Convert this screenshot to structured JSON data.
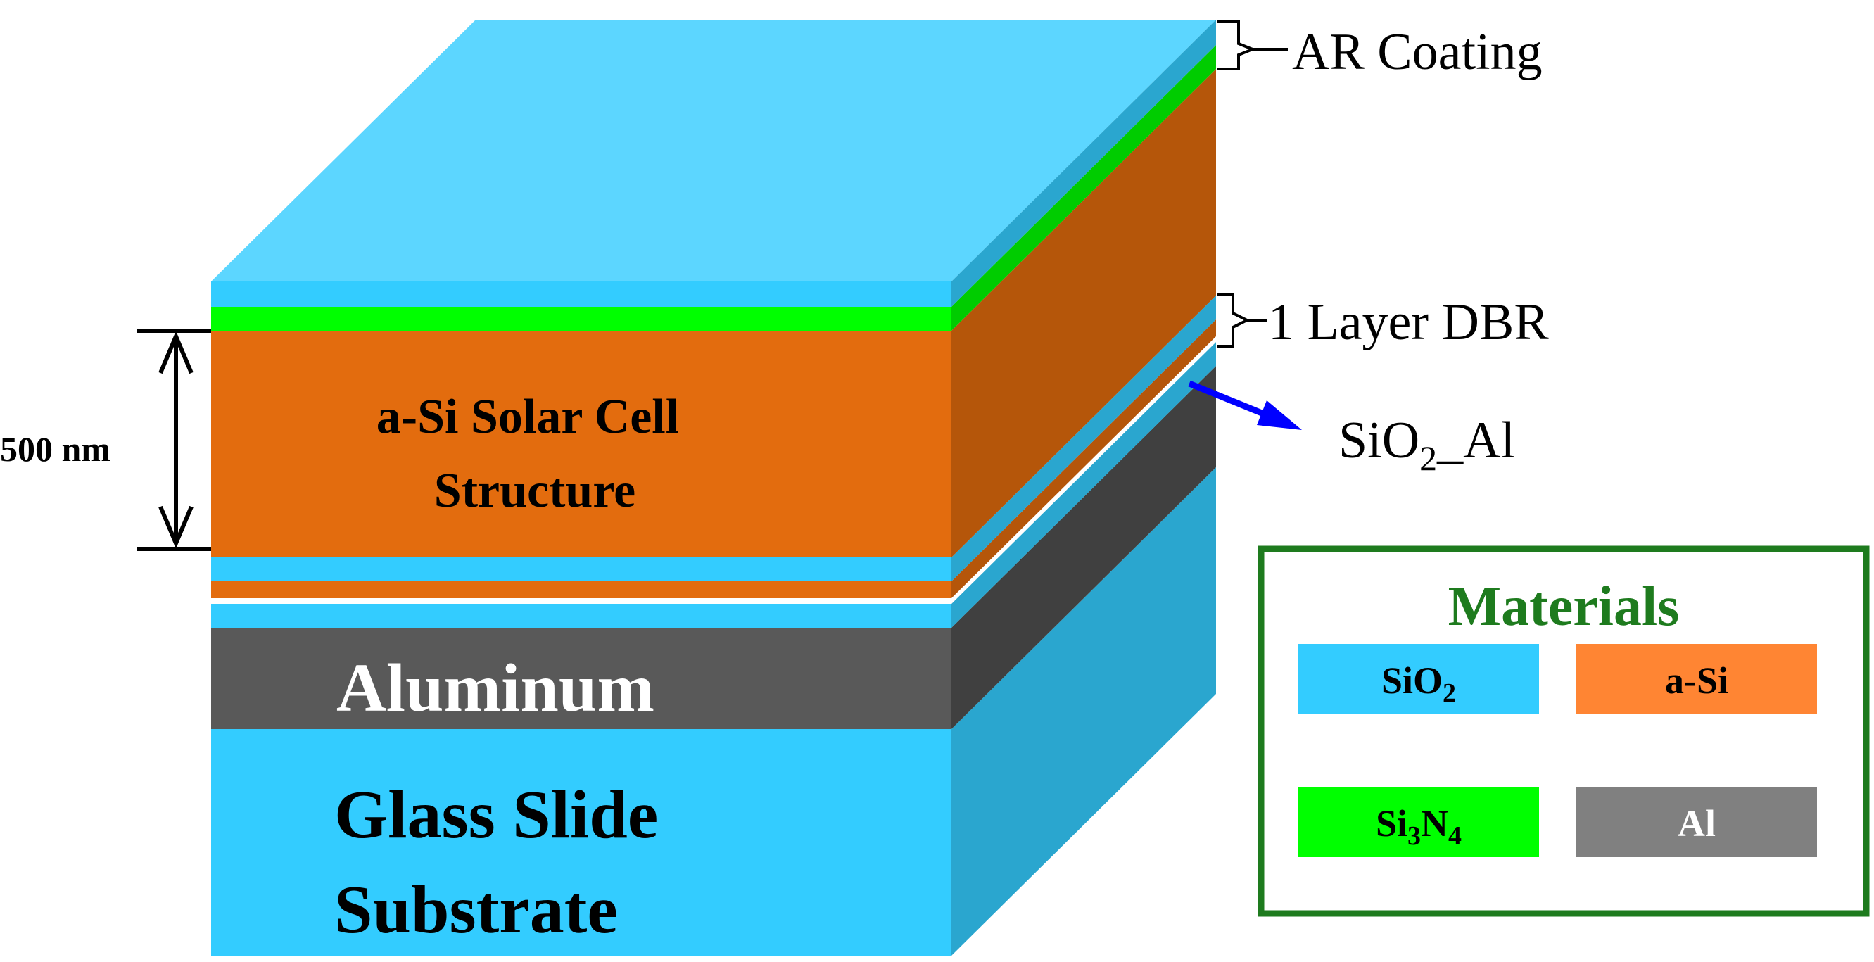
{
  "layers": {
    "cell_line1": "a-Si Solar Cell",
    "cell_line2": "Structure",
    "aluminum": "Aluminum",
    "glass_line1": "Glass Slide",
    "glass_line2": "Substrate"
  },
  "annotations": {
    "thickness": "500 nm",
    "ar_coating": "AR Coating",
    "dbr": "1 Layer DBR",
    "sio2_al_main": "SiO",
    "sio2_al_sub": "2",
    "sio2_al_tail": "_Al"
  },
  "legend": {
    "title": "Materials",
    "items": [
      {
        "label": "SiO",
        "sub": "2",
        "color": "#33CCFF"
      },
      {
        "label": "a-Si",
        "sub": "",
        "color": "#FF8533"
      },
      {
        "label": "Si",
        "sub": "3",
        "label2": "N",
        "sub2": "4",
        "color": "#00FF00"
      },
      {
        "label": "Al",
        "sub": "",
        "color": "#808080"
      }
    ]
  },
  "colors": {
    "sio2_front": "#33CCFF",
    "sio2_top": "#5CD6FF",
    "sio2_side": "#2AA6CF",
    "asi_front": "#E36C0E",
    "asi_side": "#B5560A",
    "si3n4_front": "#00FF00",
    "si3n4_side": "#00CC00",
    "al_front": "#595959",
    "al_side": "#404040",
    "legend_border": "#1E7B1E",
    "legend_title": "#1E7B1E",
    "arrow": "#0000FF"
  }
}
